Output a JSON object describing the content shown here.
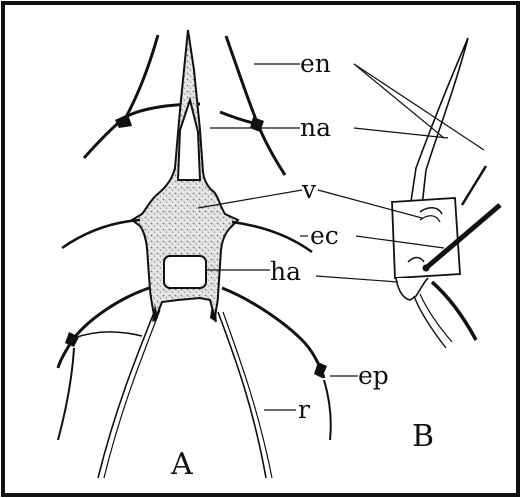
{
  "diagram": {
    "labels": {
      "en": "en",
      "na": "na",
      "v": "v",
      "ec": "ec",
      "ha": "ha",
      "ep": "ep",
      "r": "r"
    },
    "panels": {
      "a": "A",
      "b": "B"
    },
    "colors": {
      "ink": "#111111",
      "background": "#ffffff",
      "stipple": "#8a8a8a"
    }
  }
}
